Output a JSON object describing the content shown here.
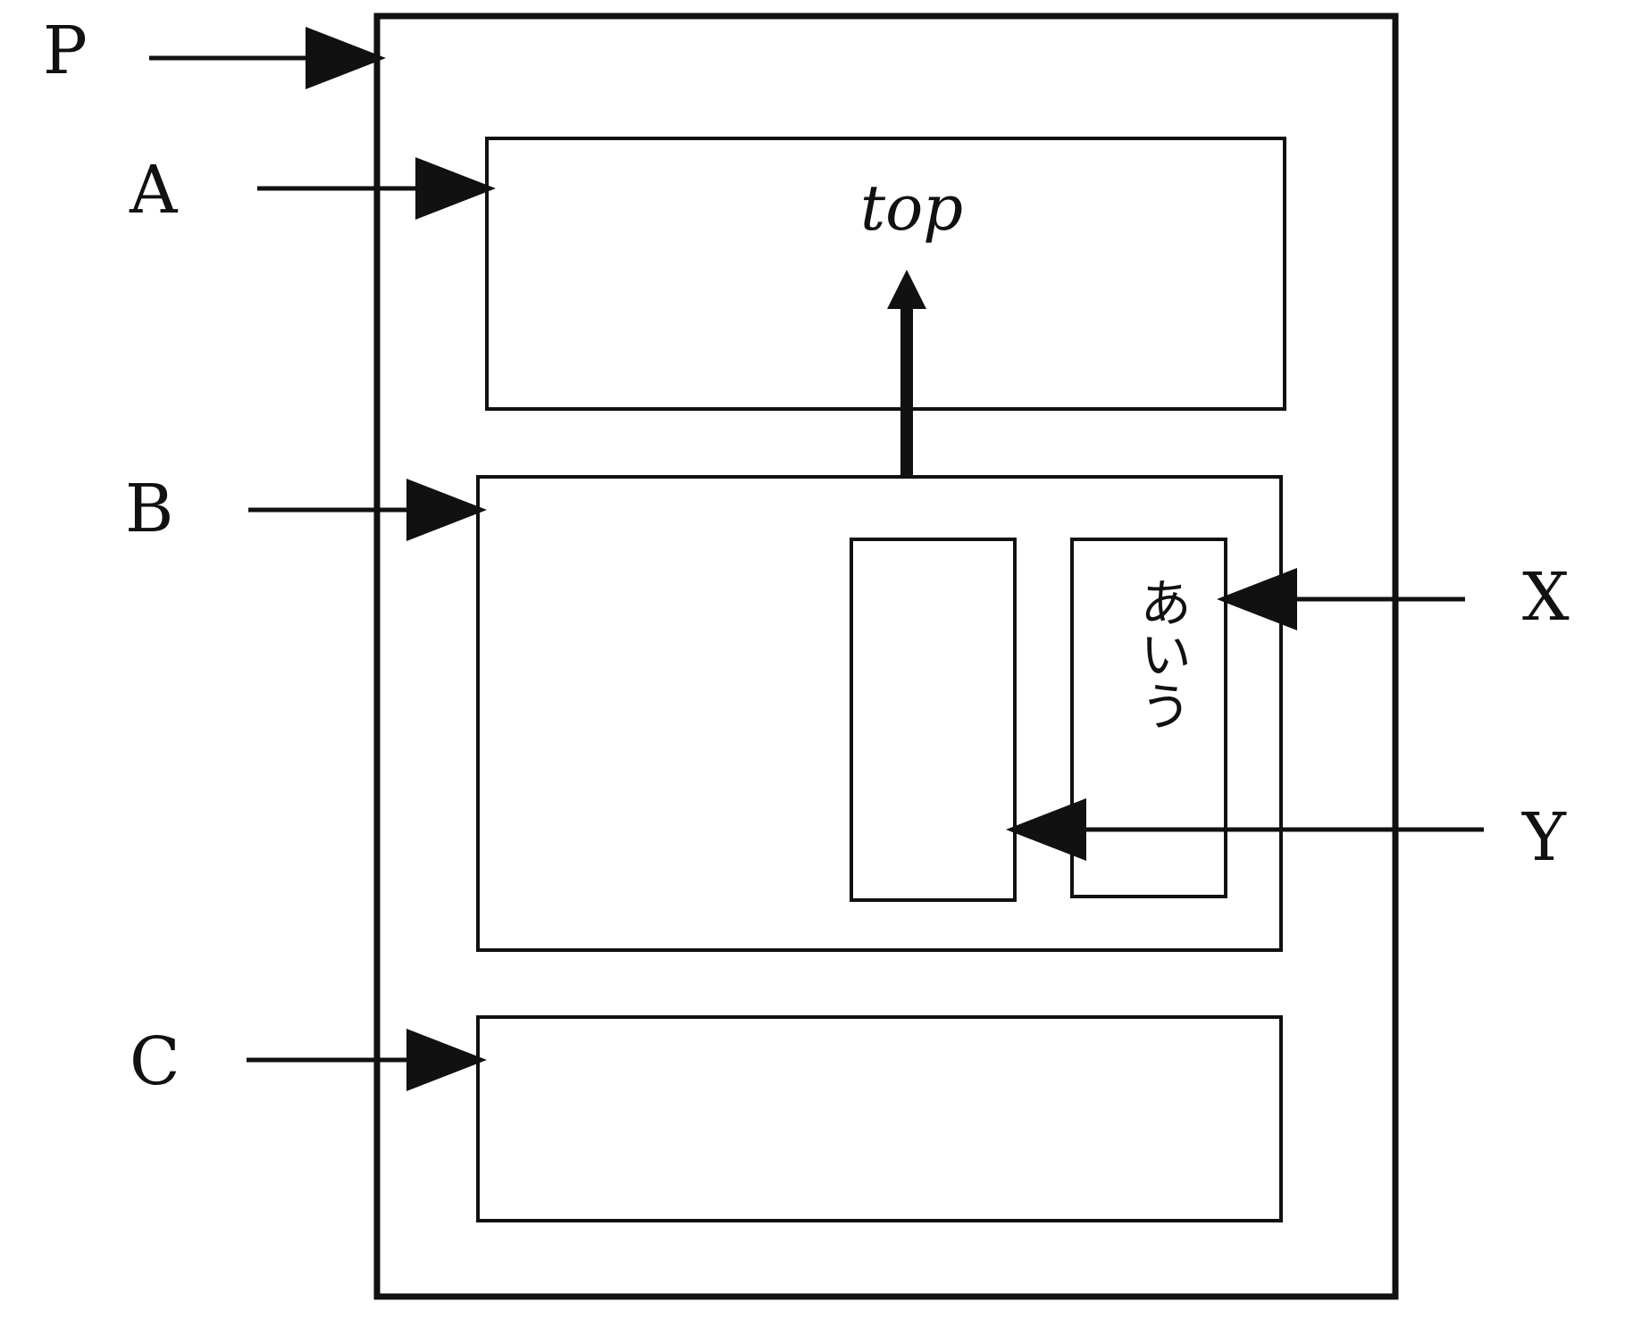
{
  "labels": {
    "P": "P",
    "A": "A",
    "B": "B",
    "C": "C",
    "X": "X",
    "Y": "Y"
  },
  "box_text": {
    "top": "top",
    "vertical_text": "あいう"
  },
  "colors": {
    "stroke": "#111111",
    "background": "#ffffff"
  }
}
